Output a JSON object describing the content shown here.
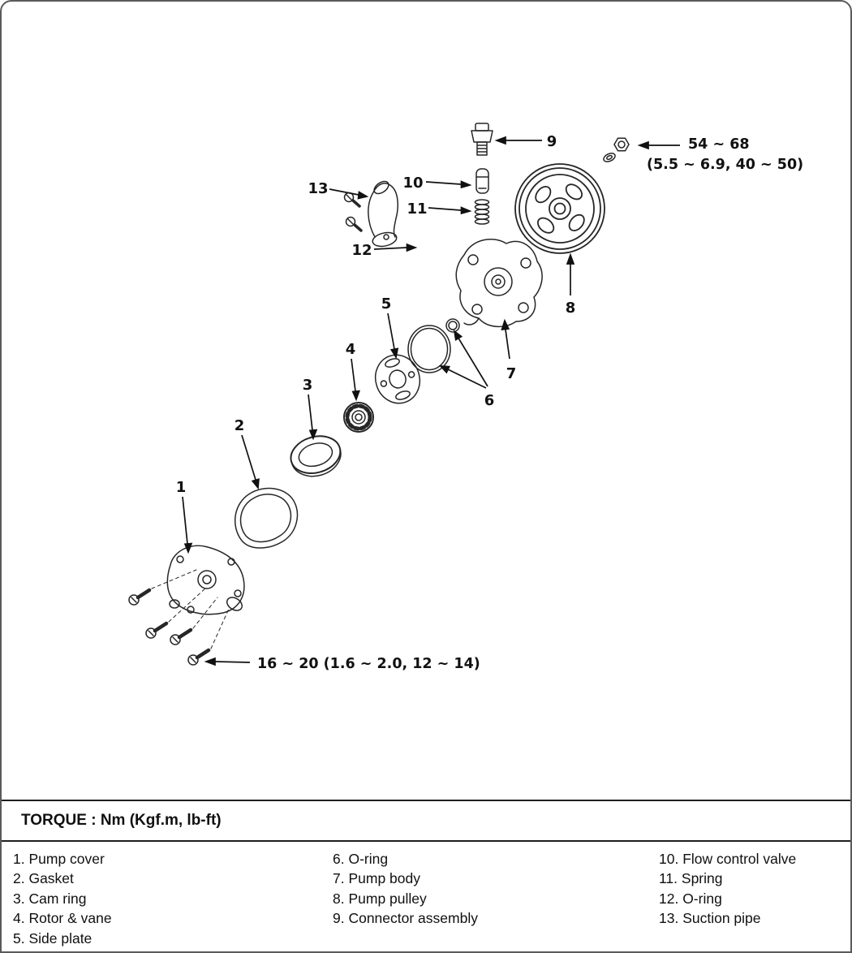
{
  "colors": {
    "ink": "#1a1a1a",
    "background": "#ffffff"
  },
  "annotations": {
    "torque_upper_line1": "54 ~ 68",
    "torque_upper_line2": "(5.5 ~ 6.9, 40 ~ 50)",
    "torque_lower": "16 ~ 20 (1.6 ~ 2.0, 12 ~ 14)"
  },
  "callouts": {
    "c1": "1",
    "c2": "2",
    "c3": "3",
    "c4": "4",
    "c5": "5",
    "c6": "6",
    "c7": "7",
    "c8": "8",
    "c9": "9",
    "c10": "10",
    "c11": "11",
    "c12": "12",
    "c13": "13"
  },
  "torque_header": "TORQUE : Nm (Kgf.m, lb-ft)",
  "legend": {
    "col1": [
      "1. Pump cover",
      "2. Gasket",
      "3. Cam ring",
      "4. Rotor & vane",
      "5. Side plate"
    ],
    "col2": [
      "6. O-ring",
      "7. Pump body",
      "8. Pump pulley",
      "9. Connector assembly"
    ],
    "col3": [
      "10. Flow control valve",
      "11. Spring",
      "12. O-ring",
      "13. Suction pipe"
    ]
  }
}
